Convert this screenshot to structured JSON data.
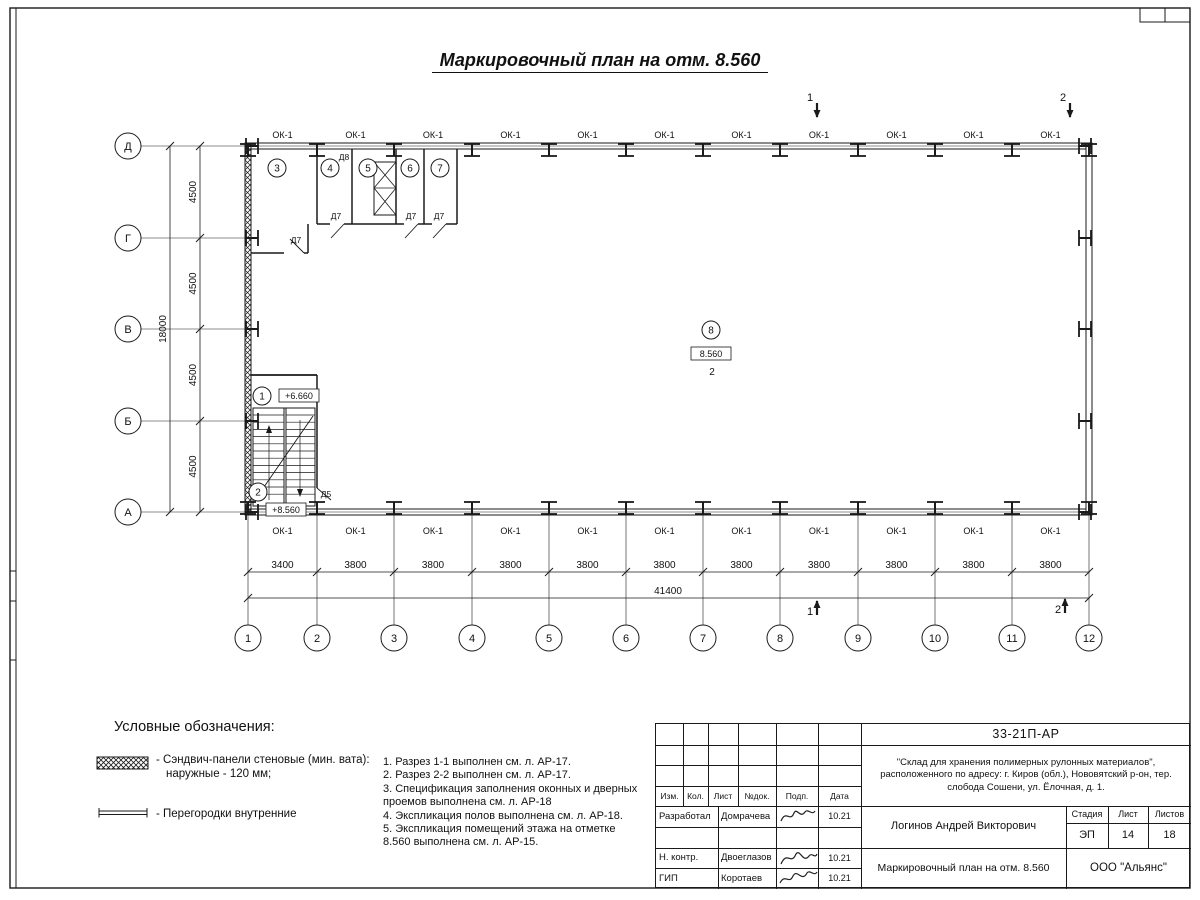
{
  "sheet": {
    "title": "Маркировочный план на отм. 8.560"
  },
  "plan": {
    "window_label": "ОК-1",
    "column_axes": [
      "1",
      "2",
      "3",
      "4",
      "5",
      "6",
      "7",
      "8",
      "9",
      "10",
      "11",
      "12"
    ],
    "row_axes": [
      "А",
      "Б",
      "В",
      "Г",
      "Д"
    ],
    "dims": {
      "bottom_segments": [
        "3400",
        "3800",
        "3800",
        "3800",
        "3800",
        "3800",
        "3800",
        "3800",
        "3800",
        "3800",
        "3800"
      ],
      "bottom_total": "41400",
      "left_segments": [
        "4500",
        "4500",
        "4500",
        "4500"
      ],
      "left_total": "18000"
    },
    "rooms": [
      {
        "num": "3"
      },
      {
        "num": "4"
      },
      {
        "num": "5"
      },
      {
        "num": "6"
      },
      {
        "num": "7"
      },
      {
        "num": "8"
      },
      {
        "num": "1"
      },
      {
        "num": "2"
      }
    ],
    "elevations": {
      "stair_upper": "+6.660",
      "stair_lower": "+8.560",
      "floor": "8.560",
      "floor_zone": "2"
    },
    "doors": {
      "d8": "Д8",
      "d7": "Д7",
      "d5": "Д5"
    },
    "sections": {
      "s1": "1",
      "s2": "2"
    }
  },
  "legend": {
    "heading": "Условные обозначения:",
    "items": [
      {
        "label_line1": "- Сэндвич-панели стеновые (мин. вата):",
        "label_line2": "наружные - 120 мм;"
      },
      {
        "label": "- Перегородки внутренние"
      }
    ]
  },
  "notes": {
    "lines": [
      "1. Разрез 1-1 выполнен см. л. АР-17.",
      "2. Разрез 2-2 выполнен см. л. АР-17.",
      "3. Спецификация заполнения оконных и дверных",
      "проемов выполнена см. л. АР-18",
      "4. Экспликация полов выполнена см. л. АР-18.",
      "5.     Экспликация помещений этажа на отметке",
      "8.560 выполнена см. л. АР-15."
    ]
  },
  "titleblock": {
    "doc_number": "33-21П-АР",
    "project_line1": "\"Склад для хранения полимерных рулонных материалов\",",
    "project_line2": "расположенного по адресу: г. Киров (обл.), Нововятский р-он, тер.",
    "project_line3": "слобода Сошени, ул. Ёлочная, д. 1.",
    "rev_headers": [
      "Изм.",
      "Кол.",
      "Лист",
      "№док.",
      "Подп.",
      "Дата"
    ],
    "staff": [
      {
        "role": "Разработал",
        "name": "Домрачева",
        "date": "10.21"
      },
      {
        "role": "Н. контр.",
        "name": "Двоеглазов",
        "date": "10.21"
      },
      {
        "role": "ГИП",
        "name": "Коротаев",
        "date": "10.21"
      }
    ],
    "chief": "Логинов Андрей Викторович",
    "stage_header": "Стадия",
    "sheet_header": "Лист",
    "sheets_header": "Листов",
    "stage": "ЭП",
    "sheet_num": "14",
    "sheets_total": "18",
    "drawing_title": "Маркировочный план на отм. 8.560",
    "company": "ООО \"Альянс\""
  }
}
